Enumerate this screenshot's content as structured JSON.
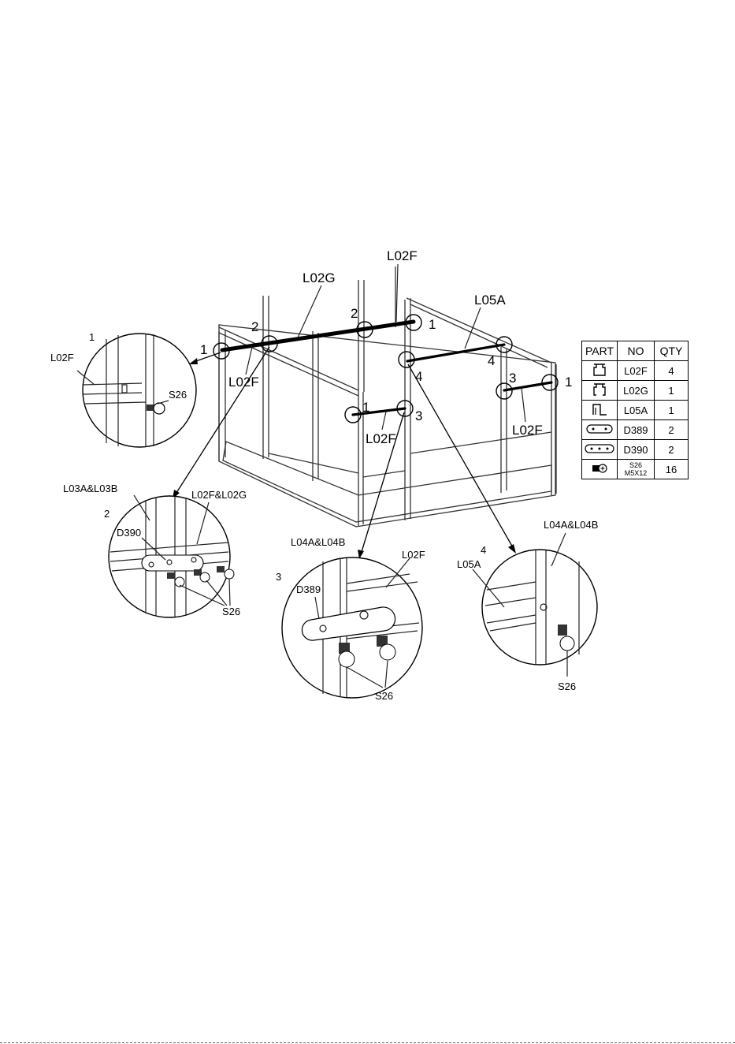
{
  "main_labels": {
    "l02f_top": "L02F",
    "l02g": "L02G",
    "l05a": "L05A",
    "l02f_left": "L02F",
    "l02f_mid": "L02F",
    "l02f_right": "L02F"
  },
  "step_numbers": {
    "s1a": "1",
    "s2a": "2",
    "s2b": "2",
    "s1b": "1",
    "s4a": "4",
    "s4b": "4",
    "s3a": "3",
    "s1c": "1",
    "s1d": "1",
    "s3b": "3"
  },
  "detail_1": {
    "title": "1",
    "part": "L02F",
    "screw": "S26"
  },
  "detail_2": {
    "title": "2",
    "frame": "L03A&L03B",
    "rails": "L02F&L02G",
    "plate": "D390",
    "screw": "S26"
  },
  "detail_3": {
    "title": "3",
    "frame": "L04A&L04B",
    "rail": "L02F",
    "plate": "D389",
    "screw": "S26"
  },
  "detail_4": {
    "title": "4",
    "frame": "L04A&L04B",
    "rail": "L05A",
    "screw": "S26"
  },
  "parts_table": {
    "headers": [
      "PART",
      "NO",
      "QTY"
    ],
    "rows": [
      {
        "icon": "l02f-profile-icon",
        "no": "L02F",
        "qty": "4"
      },
      {
        "icon": "l02g-profile-icon",
        "no": "L02G",
        "qty": "1"
      },
      {
        "icon": "l05a-profile-icon",
        "no": "L05A",
        "qty": "1"
      },
      {
        "icon": "d389-plate-icon",
        "no": "D389",
        "qty": "2"
      },
      {
        "icon": "d390-plate-icon",
        "no": "D390",
        "qty": "2"
      },
      {
        "icon": "screw-icon",
        "no": "S26",
        "no2": "M5X12",
        "qty": "16"
      }
    ]
  }
}
